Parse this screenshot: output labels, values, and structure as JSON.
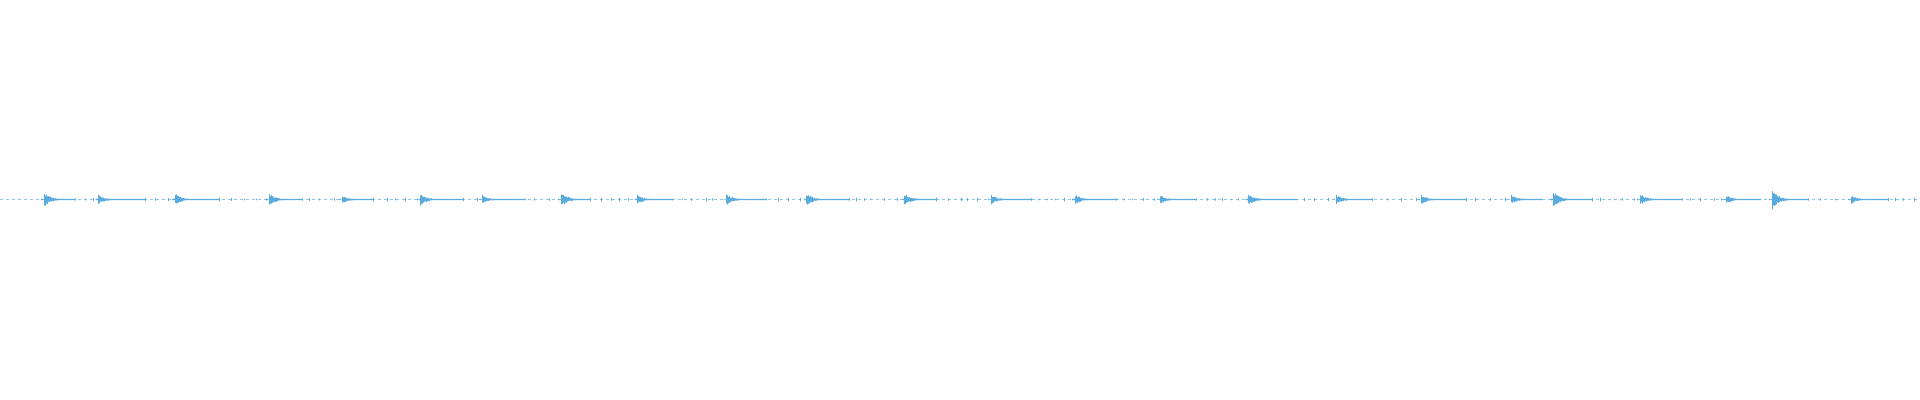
{
  "waveform": {
    "color": "#5aabdd",
    "baseline_color": "#8cc6ea",
    "baseline_dash": [
      3,
      3
    ],
    "onsets": [
      0.023,
      0.051,
      0.091,
      0.14,
      0.178,
      0.219,
      0.251,
      0.292,
      0.332,
      0.378,
      0.42,
      0.471,
      0.516,
      0.56,
      0.604,
      0.65,
      0.696,
      0.74,
      0.787,
      0.809,
      0.854,
      0.899,
      0.923,
      0.964
    ],
    "amplitudes": [
      0.7,
      0.45,
      0.55,
      0.6,
      0.4,
      0.6,
      0.45,
      0.7,
      0.45,
      0.55,
      0.6,
      0.6,
      0.45,
      0.5,
      0.4,
      0.55,
      0.45,
      0.45,
      0.45,
      0.75,
      0.55,
      0.4,
      0.9,
      0.4
    ],
    "peak_half_height": 11
  }
}
